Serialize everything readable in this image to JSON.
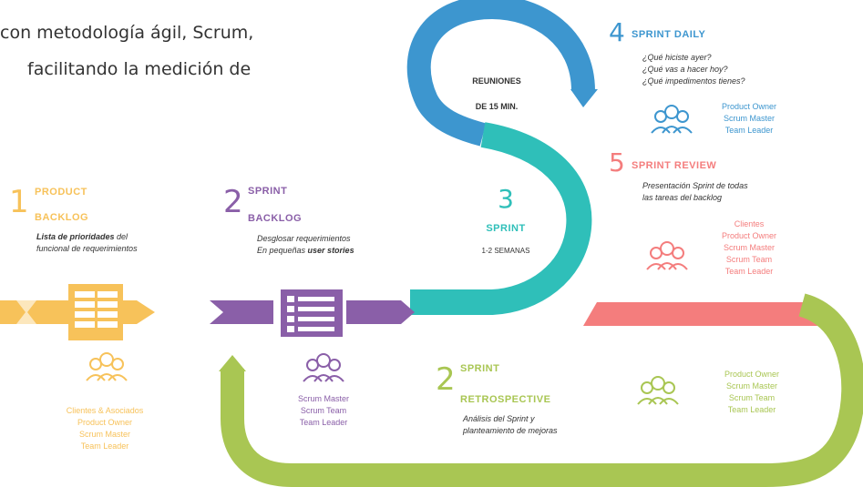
{
  "intro": {
    "line1": "con metodología ágil, Scrum,",
    "line2": "facilitando la medición de"
  },
  "colors": {
    "yellow": "#f7c25a",
    "purple": "#8a5fa8",
    "teal": "#2fbfb9",
    "blue": "#3d96cf",
    "salmon": "#f47d7d",
    "green": "#a9c653"
  },
  "steps": {
    "product_backlog": {
      "num": "1",
      "title_line1": "PRODUCT",
      "title_line2": "BACKLOG",
      "desc_bold": "Lista de prioridades",
      "desc_rest1": " del",
      "desc_line2": "funcional de requerimientos",
      "roles": [
        "Clientes & Asociados",
        "Product Owner",
        "Scrum Master",
        "Team Leader"
      ]
    },
    "sprint_backlog": {
      "num": "2",
      "title_line1": "SPRINT",
      "title_line2": "BACKLOG",
      "desc_line1": "Desglosar requerimientos",
      "desc_line2a": "En pequeñas ",
      "desc_line2b": "user stories",
      "roles": [
        "Scrum Master",
        "Scrum Team",
        "Team Leader"
      ]
    },
    "sprint": {
      "num": "3",
      "title": "SPRINT",
      "sub": "1-2 SEMANAS"
    },
    "meetings": {
      "line1": "REUNIONES",
      "line2": "DE 15 MIN."
    },
    "daily": {
      "num": "4",
      "title": "SPRINT DAILY",
      "q1": "¿Qué hiciste ayer?",
      "q2": "¿Qué vas a hacer hoy?",
      "q3": "¿Qué impedimentos tienes?",
      "roles": [
        "Product Owner",
        "Scrum Master",
        "Team Leader"
      ]
    },
    "review": {
      "num": "5",
      "title": "SPRINT REVIEW",
      "desc_line1": "Presentación Sprint de todas",
      "desc_line2": "las tareas del backlog",
      "roles": [
        "Clientes",
        "Product Owner",
        "Scrum Master",
        "Scrum Team",
        "Team Leader"
      ]
    },
    "retro": {
      "num": "2",
      "title_line1": "SPRINT",
      "title_line2": "RETROSPECTIVE",
      "desc_line1": "Análisis del Sprint y",
      "desc_line2": "planteamiento de mejoras",
      "roles": [
        "Product Owner",
        "Scrum Master",
        "Scrum Team",
        "Team Leader"
      ]
    }
  }
}
